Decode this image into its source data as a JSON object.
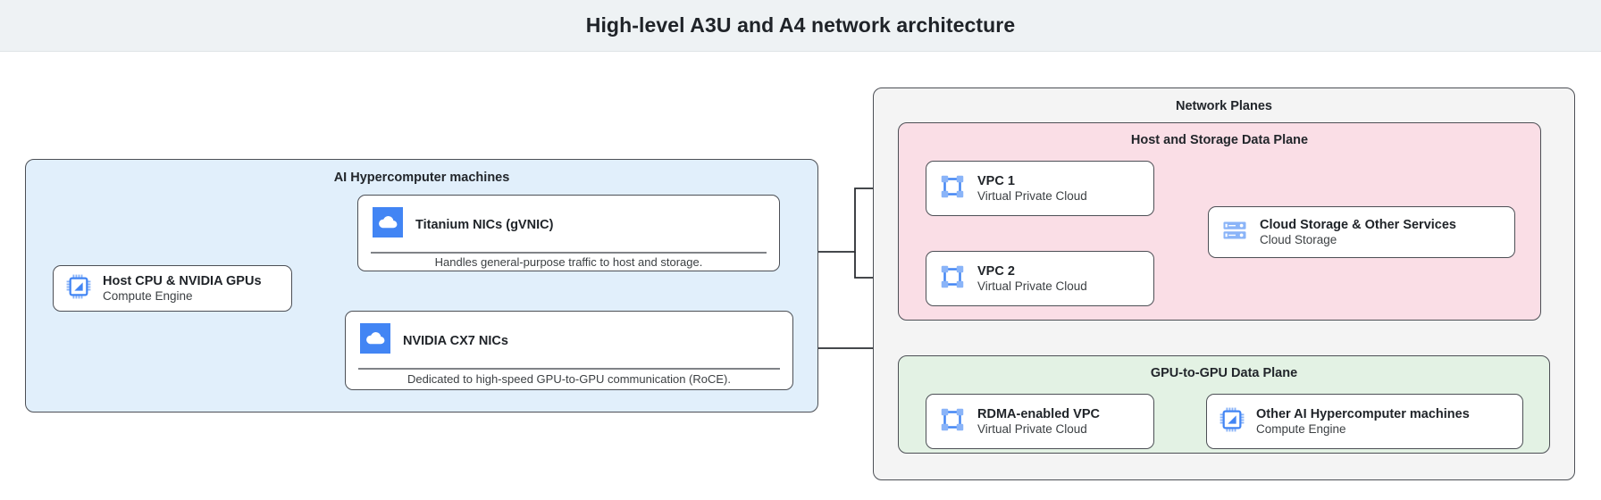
{
  "header": {
    "title": "High-level A3U and A4 network architecture"
  },
  "left_group": {
    "label": "AI Hypercomputer machines",
    "host_node": {
      "icon": "cpu-chip-icon",
      "title": "Host CPU & NVIDIA GPUs",
      "subtitle": "Compute Engine"
    },
    "cards": [
      {
        "icon": "cloud-icon",
        "title": "Titanium NICs (gVNIC)",
        "caption": "Handles general-purpose traffic to host and storage."
      },
      {
        "icon": "cloud-icon",
        "title": "NVIDIA CX7 NICs",
        "caption": "Dedicated to high-speed GPU-to-GPU communication (RoCE)."
      }
    ]
  },
  "network_planes": {
    "label": "Network Planes",
    "host_storage_plane": {
      "label": "Host and Storage Data Plane",
      "nodes": [
        {
          "icon": "vpc-icon",
          "title": "VPC 1",
          "subtitle": "Virtual Private Cloud"
        },
        {
          "icon": "vpc-icon",
          "title": "VPC 2",
          "subtitle": "Virtual Private Cloud"
        },
        {
          "icon": "cloud-storage-icon",
          "title": "Cloud Storage & Other Services",
          "subtitle": "Cloud Storage"
        }
      ]
    },
    "gpu_plane": {
      "label": "GPU-to-GPU Data Plane",
      "nodes": [
        {
          "icon": "vpc-icon",
          "title": "RDMA-enabled VPC",
          "subtitle": "Virtual Private Cloud"
        },
        {
          "icon": "cpu-chip-icon",
          "title": "Other AI Hypercomputer machines",
          "subtitle": "Compute Engine"
        }
      ]
    }
  },
  "colors": {
    "title_bar": "#eef2f4",
    "machines_panel": "#e1effb",
    "planes_panel": "#f4f4f4",
    "host_storage_panel": "#fadee6",
    "gpu_panel": "#e3f2e4",
    "icon_blue": "#4285f4",
    "icon_light_blue": "#8ab4f8",
    "stroke": "#4c4f55"
  }
}
